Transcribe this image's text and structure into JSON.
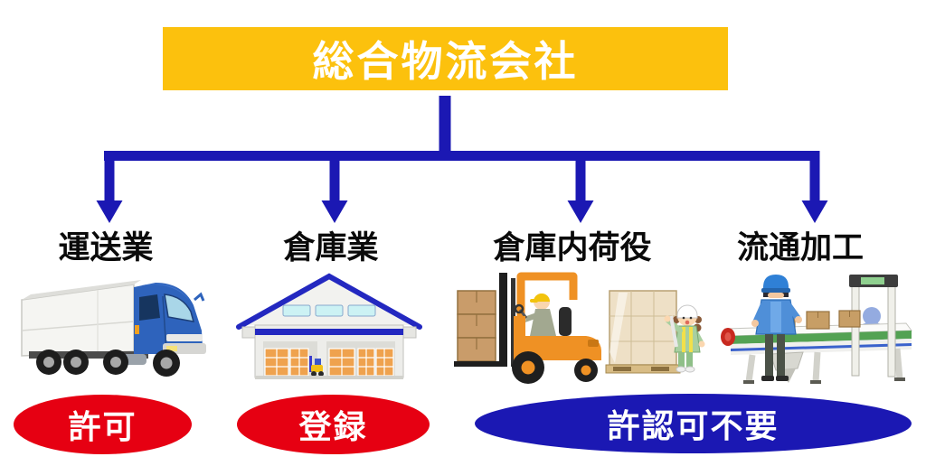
{
  "header": {
    "title": "総合物流会社",
    "bg_color": "#FCC10D",
    "text_color": "#FFFFFF"
  },
  "connector": {
    "color": "#1B18B3",
    "style": "tree-with-arrows"
  },
  "branches": [
    {
      "id": "transport",
      "label": "運送業",
      "illustration": "truck-illustration",
      "badge": {
        "label": "許可",
        "bg_color": "#E60012",
        "text_color": "#FFFFFF",
        "shape": "ellipse"
      }
    },
    {
      "id": "warehouse",
      "label": "倉庫業",
      "illustration": "warehouse-illustration",
      "badge": {
        "label": "登録",
        "bg_color": "#E60012",
        "text_color": "#FFFFFF",
        "shape": "ellipse"
      }
    },
    {
      "id": "warehouse-cargo-handling",
      "label": "倉庫内荷役",
      "illustration": "forklift-illustration"
    },
    {
      "id": "distribution-processing",
      "label": "流通加工",
      "illustration": "conveyor-illustration"
    }
  ],
  "shared_badge": {
    "label": "許認可不要",
    "bg_color": "#1B18B3",
    "text_color": "#FFFFFF",
    "shape": "ellipse",
    "covers": [
      "倉庫内荷役",
      "流通加工"
    ]
  }
}
